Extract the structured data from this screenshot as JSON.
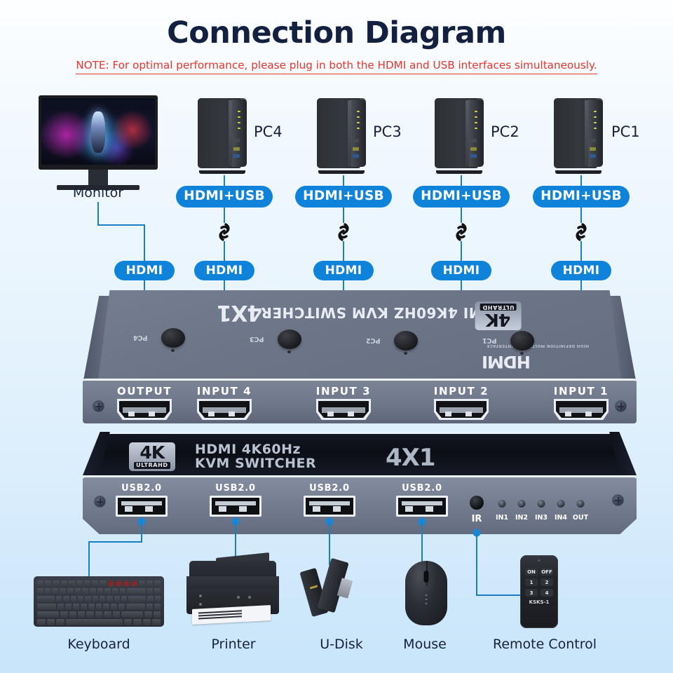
{
  "header": {
    "title": "Connection Diagram",
    "note": "NOTE: For optimal performance, please plug in both the HDMI and USB interfaces simultaneously.",
    "note_color": "#e8352b",
    "title_color": "#132040"
  },
  "theme": {
    "accent_blue": "#0f83d9",
    "line_blue": "#1b7fc4",
    "device_body": "#6e7689",
    "device_dark": "#0b0e15"
  },
  "sources": {
    "monitor": {
      "caption": "Monitor",
      "link_label": "HDMI"
    },
    "pcs": [
      {
        "label": "PC4",
        "combo_label": "HDMI+USB",
        "link_label": "HDMI",
        "link_icon": "chain-link-icon"
      },
      {
        "label": "PC3",
        "combo_label": "HDMI+USB",
        "link_label": "HDMI",
        "link_icon": "chain-link-icon"
      },
      {
        "label": "PC2",
        "combo_label": "HDMI+USB",
        "link_label": "HDMI",
        "link_icon": "chain-link-icon"
      },
      {
        "label": "PC1",
        "combo_label": "HDMI+USB",
        "link_label": "HDMI",
        "link_icon": "chain-link-icon"
      }
    ]
  },
  "kvm_top": {
    "brand_model": "4X1",
    "brand_line": "HDMI 4K60HZ KVM SWITCHER",
    "logo_4k": "4K",
    "logo_4k_sub": "ULTRAHD",
    "hdmi_logo": "HDMI",
    "hdmi_logo_sub": "HIGH DEFINITION MULTIMEDIA INTERFACE",
    "buttons": [
      "PC4",
      "PC3",
      "PC2",
      "PC1"
    ],
    "ports": [
      {
        "label": "OUTPUT"
      },
      {
        "label": "INPUT 4"
      },
      {
        "label": "INPUT 3"
      },
      {
        "label": "INPUT 2"
      },
      {
        "label": "INPUT 1"
      }
    ]
  },
  "kvm_bottom": {
    "logo_4k": "4K",
    "logo_4k_sub": "ULTRAHD",
    "title_line1": "HDMI 4K60Hz",
    "title_line2": "KVM SWITCHER",
    "model": "4X1",
    "usb_ports": [
      {
        "label": "USB2.0"
      },
      {
        "label": "USB2.0"
      },
      {
        "label": "USB2.0"
      },
      {
        "label": "USB2.0"
      }
    ],
    "ir_label": "IR",
    "leds": [
      "IN1",
      "IN2",
      "IN3",
      "IN4",
      "OUT"
    ]
  },
  "peripherals": [
    {
      "caption": "Keyboard"
    },
    {
      "caption": "Printer"
    },
    {
      "caption": "U-Disk"
    },
    {
      "caption": "Mouse"
    },
    {
      "caption": "Remote Control"
    }
  ],
  "remote": {
    "buttons": [
      "ON",
      "OFF",
      "1",
      "2",
      "3",
      "4"
    ],
    "model": "KSKS-1"
  }
}
